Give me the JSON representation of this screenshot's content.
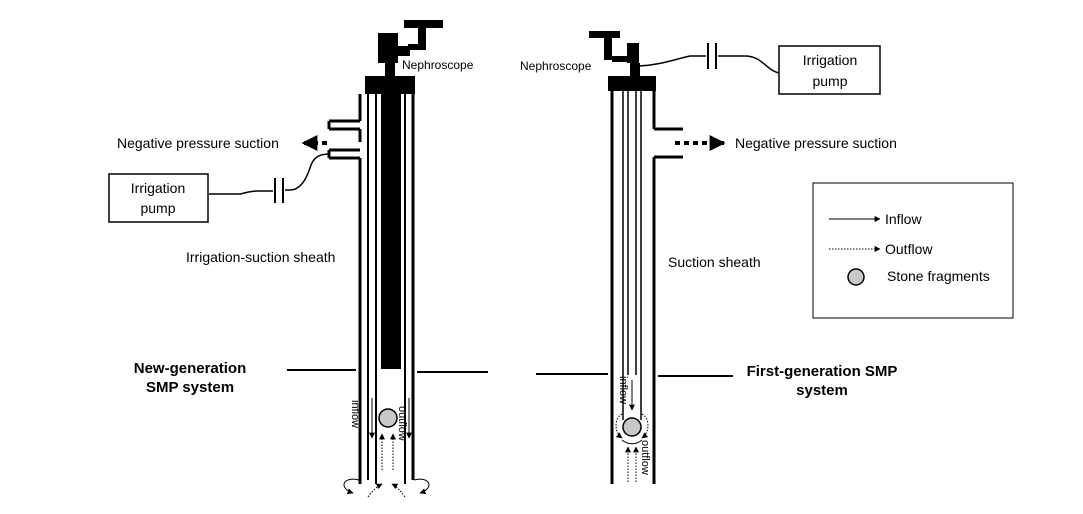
{
  "left_device": {
    "nephroscope_label": "Nephroscope",
    "suction_label": "Negative pressure suction",
    "pump_label_line1": "Irrigation",
    "pump_label_line2": "pump",
    "sheath_label": "Irrigation-suction sheath",
    "system_label_line1": "New-generation",
    "system_label_line2": "SMP system",
    "inflow_label": "inflow",
    "outflow_label": "outflow"
  },
  "right_device": {
    "nephroscope_label": "Nephroscope",
    "pump_label_line1": "Irrigation",
    "pump_label_line2": "pump",
    "suction_label": "Negative pressure suction",
    "sheath_label": "Suction sheath",
    "system_label_line1": "First-generation SMP",
    "system_label_line2": "system",
    "inflow_label": "inflow",
    "outflow_label": "outflow"
  },
  "legend": {
    "inflow": "Inflow",
    "outflow": "Outflow",
    "stone": "Stone fragments"
  },
  "colors": {
    "stroke": "#000000",
    "stone_fill": "#c8c8c8"
  }
}
